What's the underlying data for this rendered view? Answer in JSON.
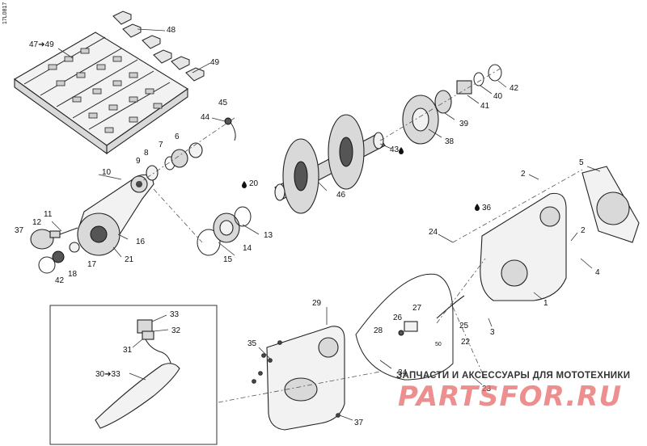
{
  "diagram": {
    "code": "17L0817",
    "watermark_text": "ЗАПЧАСТИ И АКСЕССУАРЫ ДЛЯ МОТОТЕХНИКИ",
    "watermark_logo": "PARTSFOR.RU",
    "labels": {
      "l47_49": "47➔49",
      "l48": "48",
      "l49": "49",
      "l44": "44",
      "l45": "45",
      "l6": "6",
      "l7": "7",
      "l8": "8",
      "l9": "9",
      "l10": "10",
      "l11": "11",
      "l12": "12",
      "l37a": "37",
      "l16": "16",
      "l17": "17",
      "l18": "18",
      "l21": "21",
      "l42a": "42",
      "l20": "20",
      "l46": "46",
      "l13": "13",
      "l14": "14",
      "l15": "15",
      "l43": "43",
      "l38": "38",
      "l39": "39",
      "l41": "41",
      "l40": "40",
      "l42b": "42",
      "l2a": "2",
      "l5": "5",
      "l36": "36",
      "l2b": "2",
      "l24": "24",
      "l4": "4",
      "l1": "1",
      "l3": "3",
      "l27": "27",
      "l26": "26",
      "l28": "28",
      "l25": "25",
      "l50": "50",
      "l22": "22",
      "l29": "29",
      "l35": "35",
      "l34": "34",
      "l23": "23",
      "l37b": "37",
      "l33": "33",
      "l32": "32",
      "l31": "31",
      "l30_33": "30➔33"
    }
  }
}
